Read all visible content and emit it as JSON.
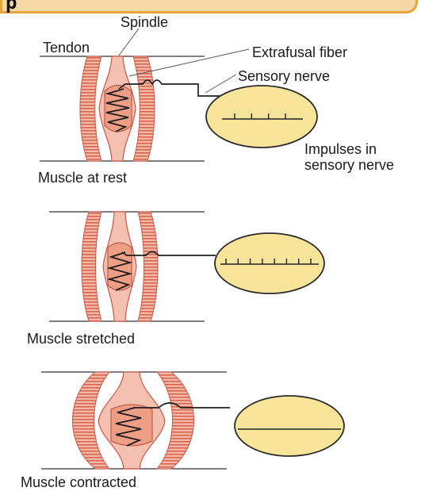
{
  "banner": {
    "letter": "p"
  },
  "labels": {
    "spindle": "Spindle",
    "tendon": "Tendon",
    "extrafusal_fiber": "Extrafusal fiber",
    "sensory_nerve": "Sensory nerve",
    "impulses_line1": "Impulses in",
    "impulses_line2": "sensory nerve"
  },
  "panels": [
    {
      "caption": "Muscle at rest",
      "impulse_count": 4
    },
    {
      "caption": "Muscle stretched",
      "impulse_count": 8
    },
    {
      "caption": "Muscle contracted",
      "impulse_count": 0
    }
  ],
  "colors": {
    "muscle_fill": "#f2b8a8",
    "muscle_stripe": "#d9654f",
    "spindle_fill": "#ef9e86",
    "scope_fill": "#f8e59a",
    "scope_stroke": "#2b2b2b",
    "banner_fill": "#f6d8a6",
    "banner_border": "#e8a33d"
  }
}
